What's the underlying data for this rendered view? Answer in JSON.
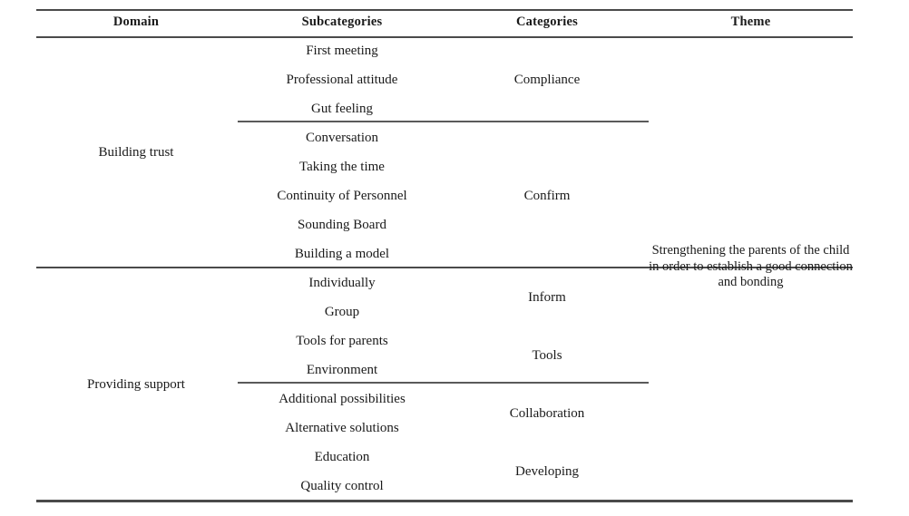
{
  "table": {
    "headers": {
      "domain": "Domain",
      "subcategories": "Subcategories",
      "categories": "Categories",
      "theme": "Theme"
    },
    "domains": [
      {
        "label": "Building trust"
      },
      {
        "label": "Providing support"
      }
    ],
    "subcategories": [
      {
        "label": "First meeting"
      },
      {
        "label": "Professional attitude"
      },
      {
        "label": "Gut feeling"
      },
      {
        "label": "Conversation"
      },
      {
        "label": "Taking the time"
      },
      {
        "label": "Continuity of Personnel"
      },
      {
        "label": "Sounding Board"
      },
      {
        "label": "Building a model"
      },
      {
        "label": "Individually"
      },
      {
        "label": "Group"
      },
      {
        "label": "Tools for parents"
      },
      {
        "label": "Environment"
      },
      {
        "label": "Additional possibilities"
      },
      {
        "label": "Alternative solutions"
      },
      {
        "label": "Education"
      },
      {
        "label": "Quality control"
      }
    ],
    "categories": [
      {
        "label": "Compliance"
      },
      {
        "label": "Confirm"
      },
      {
        "label": "Inform"
      },
      {
        "label": "Tools"
      },
      {
        "label": "Collaboration"
      },
      {
        "label": "Developing"
      }
    ],
    "theme": {
      "label": "Strengthening the parents of the child in order to establish a good connection and bonding"
    }
  },
  "style": {
    "rule_color": "#4a4a4a",
    "text_color": "#1a1a1a",
    "background": "#ffffff"
  }
}
